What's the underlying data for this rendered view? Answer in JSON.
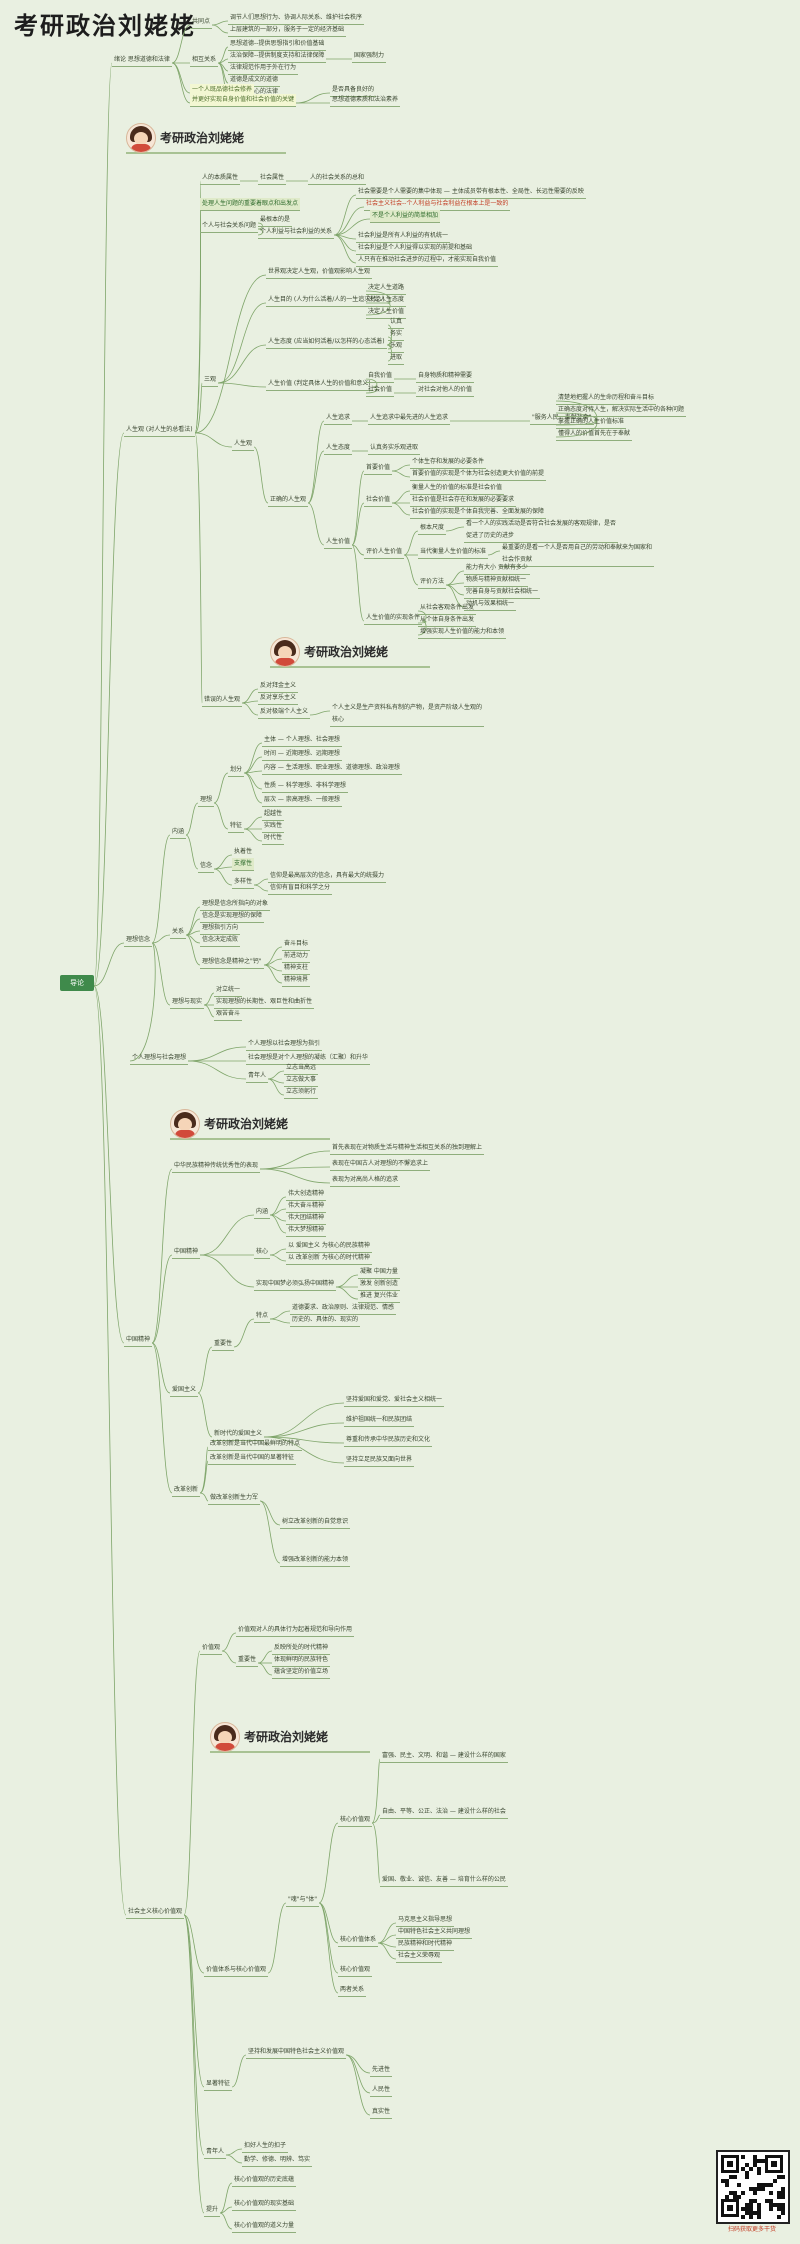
{
  "header": {
    "title": "考研政治刘姥姥"
  },
  "brand_label": "考研政治刘姥姥",
  "root": "导论",
  "colors": {
    "background": "#e9f0e1",
    "root": "#3f8a4b",
    "line": "#7fa56a",
    "highlight": "#f3f7d2"
  },
  "qr": {
    "caption": "扫码获取更多干货"
  },
  "nodes": {
    "s1_0": "绪论 思想道德和法律",
    "s1_1": "共同点",
    "s1_2": "调节人们思想行为、协调人际关系、维护社会秩序",
    "s1_3": "上层建筑的一部分，服务于一定的经济基础",
    "s1_4": "相互关系",
    "s1_5": "思想道德--提供思想指引和价值基础",
    "s1_6": "法治保障--提供制度支持和法律保障",
    "s1_7": "国家强制力",
    "s1_8": "法律规范作用于外在行为",
    "s1_9": "道德是成文的道德",
    "s1_10": "道德是内心的法律",
    "s1_11": "一个人既品德社会修养",
    "s1_12": "并更好实现自身价值和社会价值的关键",
    "s1_13": "是否具备良好的",
    "s1_14": "思想道德素质和法治素养",
    "lr_0": "人生观 (对人生的总看法)",
    "lr_1": "人的本质属性",
    "lr_2": "社会属性",
    "lr_3": "人的社会关系的总和",
    "lr_4": "处理人生问题的重要着眼点和出发点",
    "lr_5": "个人与社会关系问题",
    "lr_6": "最根本的是",
    "lr_7": "个人利益与社会利益的关系",
    "lr_8": "社会需要是个人需要的集中体现 — 主体成员带有根本性、全局性、长远性需要的反映",
    "lr_9": "社会主义社会--个人利益与社会利益在根本上是一致的",
    "lr_10": "不是个人利益的简单相加",
    "lr_11": "社会利益是所有人利益的有机统一",
    "lr_12": "社会利益是个人利益得以实现的前提和基础",
    "lr_13": "人只有在推动社会进步的过程中，才能实现自我价值",
    "lr_14": "世界观决定人生观，价值观影响人生观",
    "lr_15": "三观",
    "lr_16": "人生目的 (人为什么活着/人的一生追求什么)",
    "lr_17": "决定人生道路",
    "lr_18": "决定人生态度",
    "lr_19": "决定人生价值",
    "lr_20": "人生态度 (应当如何活着/以怎样的心态活着)",
    "lr_21": "认真",
    "lr_22": "务实",
    "lr_23": "乐观",
    "lr_24": "进取",
    "lr_25": "人生价值 (判定具体人生的价值和意义)",
    "lr_26": "自我价值",
    "lr_27": "自身物质和精神需要",
    "lr_28": "社会价值",
    "lr_29": "对社会对他人的价值",
    "lr_30": "人生观",
    "lr_31": "正确的人生观",
    "lr_32": "人生追求",
    "lr_33": "人生追求中最先进的人生追求",
    "lr_34": "\"服务人民，奉献社会\"",
    "lr_35": "人生态度",
    "lr_36": "认真务实乐观进取",
    "lr_37": "人生价值",
    "lr_38": "评价人生价值",
    "lr_39": "人生价值的实现条件",
    "lr_40": "清楚地把握人的生命历程和奋斗目标",
    "lr_41": "正确态度对待人生，解决实际生活中的各种问题",
    "lr_42": "掌握正确的人生价值标准",
    "lr_43": "懂得人的价值首先在于奉献",
    "lr_44": "首要价值",
    "lr_45": "个体生存和发展的必要条件",
    "lr_46": "首要价值的实现是个体为社会创造更大价值的前提",
    "lr_47": "社会价值",
    "lr_48": "衡量人生的价值的标准是社会价值",
    "lr_49": "社会价值是社会存在和发展的必要要求",
    "lr_50": "社会价值的实现是个体自我完善、全面发展的保障",
    "lr_51": "根本尺度",
    "lr_52": "看一个人的实践活动是否符合社会发展的客观规律，是否促进了历史的进步",
    "lr_53": "当代衡量人生价值的标准",
    "lr_54": "最重要的是看一个人是否用自己的劳动和奉献来为国家和社会作贡献",
    "lr_55": "评价方法",
    "lr_56": "能力有大小 贡献有多少",
    "lr_57": "物质与精神贡献相统一",
    "lr_58": "完善自身与贡献社会相统一",
    "lr_59": "动机与效果相统一",
    "lr_60": "从社会客观条件出发",
    "lr_61": "从个体自身条件出发",
    "lr_62": "增强实现人生价值的能力和本领",
    "lr_63": "错误的人生观",
    "lr_64": "反对拜金主义",
    "lr_65": "反对享乐主义",
    "lr_66": "反对极端个人主义",
    "lr_67": "个人主义是生产资料私有制的产物，是资产阶级人生观的核心",
    "lx_0": "理想信念",
    "lx_1": "内涵",
    "lx_2": "理想",
    "lx_3": "划分",
    "lx_4": "主体 — 个人理想、社会理想",
    "lx_5": "时间 — 近期理想、远期理想",
    "lx_6": "内容 — 生活理想、职业理想、道德理想、政治理想",
    "lx_7": "性质 — 科学理想、非科学理想",
    "lx_8": "层次 — 崇高理想、一般理想",
    "lx_9": "特征",
    "lx_10": "超越性",
    "lx_11": "实践性",
    "lx_12": "时代性",
    "lx_13": "信念",
    "lx_14": "执着性",
    "lx_15": "支撑性",
    "lx_16": "多样性",
    "lx_17": "信仰是最高层次的信念，具有最大的统摄力",
    "lx_18": "信仰有盲目和科学之分",
    "lx_19": "关系",
    "lx_20": "理想是信念所指向的对象",
    "lx_21": "信念是实现理想的保障",
    "lx_22": "理想指引方向",
    "lx_23": "信念决定成败",
    "lx_24": "理想信念是精神之\"钙\"",
    "lx_25": "奋斗目标",
    "lx_26": "前进动力",
    "lx_27": "精神支柱",
    "lx_28": "精神境界",
    "lx_29": "理想与现实",
    "lx_30": "对立统一",
    "lx_31": "实现理想的长期性、艰巨性和曲折性",
    "lx_32": "艰苦奋斗",
    "lx_33": "个人理想与社会理想",
    "lx_34": "个人理想以社会理想为指引",
    "lx_35": "社会理想是对个人理想的凝练（汇聚）和升华",
    "lx_36": "青年人",
    "lx_37": "立志当高远",
    "lx_38": "立志做大事",
    "lx_39": "立志须躬行",
    "zg_0": "中国精神",
    "zg_1": "中华民族精神传统优秀性的表现",
    "zg_2": "首先表现在对物质生活与精神生活相互关系的独到理解上",
    "zg_3": "表现在中国古人对理想的不懈追求上",
    "zg_4": "表现为对高尚人格的追求",
    "zg_5": "中国精神",
    "zg_6": "内涵",
    "zg_7": "伟大创造精神",
    "zg_8": "伟大奋斗精神",
    "zg_9": "伟大团结精神",
    "zg_10": "伟大梦想精神",
    "zg_11": "核心",
    "zg_12": "以 爱国主义 为核心的民族精神",
    "zg_13": "以 改革创新 为核心的时代精神",
    "zg_14": "实现中国梦必须弘扬中国精神",
    "zg_15": "凝聚 中国力量",
    "zg_16": "激发 创新创造",
    "zg_17": "推进 复兴伟业",
    "zg_18": "爱国主义",
    "zg_19": "重要性",
    "zg_20": "特点",
    "zg_21": "道德要求、政治原则、法律规范、情感",
    "zg_22": "历史的、具体的、现实的",
    "zg_23": "新时代的爱国主义",
    "zg_24": "坚持爱国和爱党、爱社会主义相统一",
    "zg_25": "维护祖国统一和民族团结",
    "zg_26": "尊重和传承中华民族历史和文化",
    "zg_27": "坚持立足民族又面向世界",
    "zg_28": "改革创新",
    "zg_29": "改革创新是当代中国最鲜明的特点",
    "zg_30": "改革创新是当代中国的显著特征",
    "zg_31": "做改革创新生力军",
    "zg_32": "树立改革创新的自觉意识",
    "zg_33": "增强改革创新的能力本领",
    "hx_0": "社会主义核心价值观",
    "hx_1": "价值观",
    "hx_2": "价值观对人的具体行为起着规范和导向作用",
    "hx_3": "重要性",
    "hx_4": "反映所处的时代精神",
    "hx_5": "体现鲜明的民族特色",
    "hx_6": "蕴含坚定的价值立场",
    "hx_7": "核心价值观",
    "hx_8": "富强、民主、文明、和谐 — 建设什么样的国家",
    "hx_9": "自由、平等、公正、法治 — 建设什么样的社会",
    "hx_10": "爱国、敬业、诚信、友善 — 培育什么样的公民",
    "hx_11": "\"魂\"与\"体\"",
    "hx_12": "核心价值体系",
    "hx_13": "马克思主义指导思想",
    "hx_14": "中国特色社会主义共同理想",
    "hx_15": "民族精神和时代精神",
    "hx_16": "社会主义荣辱观",
    "hx_17": "核心价值观",
    "hx_18": "两者关系",
    "hx_19": "价值体系与核心价值观",
    "hx_20": "显著特征",
    "hx_21": "坚持和发展中国特色社会主义价值观",
    "hx_22": "先进性",
    "hx_23": "人民性",
    "hx_24": "真实性",
    "hx_25": "青年人",
    "hx_26": "扣好人生的扣子",
    "hx_27": "勤学、修德、明辨、笃实",
    "hx_28": "提升",
    "hx_29": "核心价值观的历史底蕴",
    "hx_30": "核心价值观的现实基础",
    "hx_31": "核心价值观的道义力量"
  }
}
